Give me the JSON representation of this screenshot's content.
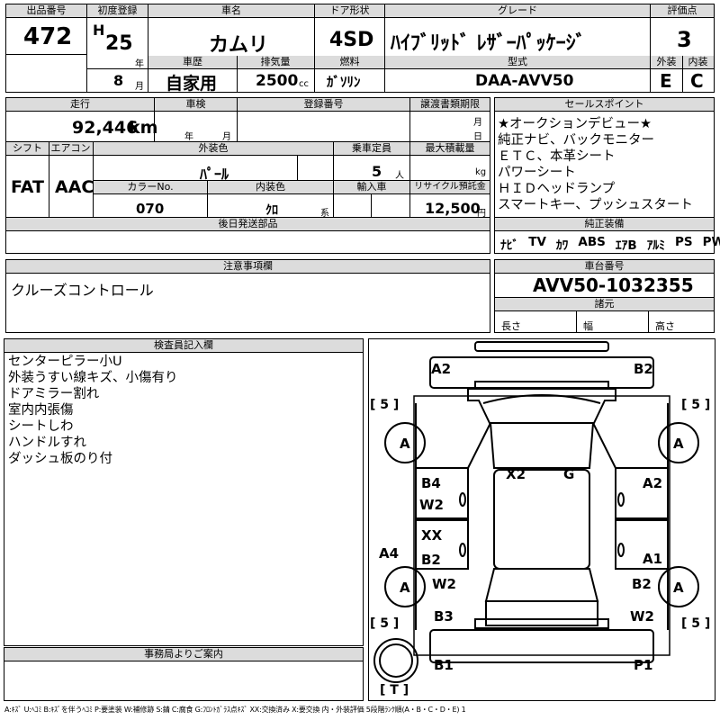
{
  "header": {
    "lot_label": "出品番号",
    "lot": "472",
    "first_reg_label": "初度登録",
    "era": "H",
    "year": "25",
    "year_unit": "年",
    "month": "8",
    "month_unit": "月",
    "car_name_label": "車名",
    "car_name": "カムリ",
    "door_label": "ドア形状",
    "door": "4SD",
    "grade_label": "グレード",
    "grade": "ﾊｲﾌﾞﾘｯﾄﾞ ﾚｻﾞｰﾊﾟｯｹｰｼﾞ",
    "score_label": "評価点",
    "score": "3",
    "history_label": "車歴",
    "history": "自家用",
    "displacement_label": "排気量",
    "displacement": "2500",
    "displacement_unit": "cc",
    "fuel_label": "燃料",
    "fuel": "ｶﾞｿﾘﾝ",
    "model_label": "型式",
    "model": "DAA-AVV50",
    "exterior_label": "外装",
    "exterior": "E",
    "interior_label": "内装",
    "interior": "C"
  },
  "details": {
    "mileage_label": "走行",
    "mileage": "92,446",
    "mileage_unit": "km",
    "inspection_label": "車検",
    "insp_year_unit": "年",
    "insp_month_unit": "月",
    "reg_no_label": "登録番号",
    "transfer_label": "譲渡書類期限",
    "transfer_month_unit": "月",
    "transfer_day_unit": "日",
    "shift_label": "シフト",
    "shift": "FAT",
    "ac_label": "エアコン",
    "ac": "AAC",
    "color_label": "外装色",
    "color": "ﾊﾟｰﾙ",
    "capacity_label": "乗車定員",
    "capacity": "5",
    "capacity_unit": "人",
    "max_load_label": "最大積載量",
    "max_load_unit": "kg",
    "color_no_label": "カラーNo.",
    "color_no": "070",
    "interior_color_label": "内装色",
    "interior_color": "ｸﾛ",
    "interior_color_unit": "系",
    "import_label": "輸入車",
    "recycle_label": "リサイクル預託金",
    "recycle": "12,500",
    "recycle_unit": "円",
    "later_parts_label": "後日発送部品"
  },
  "sales_points": {
    "label": "セールスポイント",
    "items": [
      "★オークションデビュー★",
      "純正ナビ、バックモニター",
      "ＥＴＣ、本革シート",
      "パワーシート",
      "ＨＩＤヘッドランプ",
      "スマートキー、プッシュスタート"
    ]
  },
  "equipment": {
    "label": "純正装備",
    "items": [
      "ﾅﾋﾞ",
      "TV",
      "ｶﾜ",
      "ABS",
      "ｴｱB",
      "ｱﾙﾐ",
      "PS",
      "PW"
    ]
  },
  "notes": {
    "label": "注意事項欄",
    "text": "クルーズコントロール"
  },
  "chassis": {
    "label": "車台番号",
    "number": "AVV50-1032355",
    "dims_label": "諸元",
    "length_label": "長さ",
    "width_label": "幅",
    "height_label": "高さ"
  },
  "inspector": {
    "label": "検査員記入欄",
    "lines": [
      "センターピラー小U",
      "外装うすい線キズ、小傷有り",
      "ドアミラー割れ",
      "室内内張傷",
      "シートしわ",
      "ハンドルすれ",
      "ダッシュ板のり付"
    ]
  },
  "office": {
    "label": "事務局よりご案内"
  },
  "diagram": {
    "marks": {
      "a2_top": "A2",
      "b2_top": "B2",
      "x2": "X2",
      "g": "G",
      "b4": "B4",
      "w2_left": "W2",
      "a2_right": "A2",
      "xx": "XX",
      "b2_left": "B2",
      "a4": "A4",
      "a1": "A1",
      "w2_lower_left": "W2",
      "b2_right": "B2",
      "b3": "B3",
      "w2_right": "W2",
      "b1": "B1",
      "p1": "P1"
    },
    "tire_fl": "A",
    "tire_fr": "A",
    "tire_rl": "A",
    "tire_rr": "A",
    "tread_fl": "[ 5 ]",
    "tread_fr": "[ 5 ]",
    "tread_rl": "[ 5 ]",
    "tread_rr": "[ 5 ]",
    "spare": "[ T ]"
  },
  "legend": "A:ｷｽﾞ U:ﾍｺﾐ B:ｷｽﾞを伴うﾍｺﾐ P:要塗装 W:補修跡 S:錆 C:腐食 G:ﾌﾛﾝﾄｶﾞﾗｽ点ｷｽﾞ XX:交換済み X:要交換 内・外装評価 5段階ﾗﾝｸ順(A・B・C・D・E) 1"
}
